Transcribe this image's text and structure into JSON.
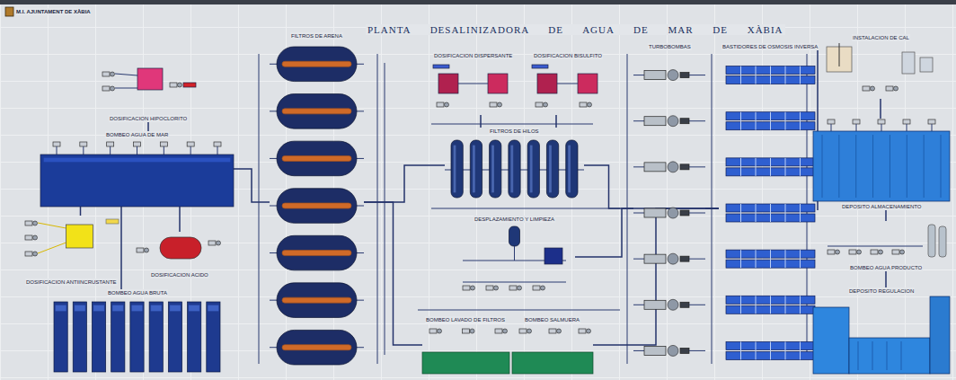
{
  "diagram": {
    "title": "PLANTA DESALINIZADORA DE AGUA DE MAR DE XÀBIA",
    "nodes": [
      {
        "text": [
          "DOSIFICACION HIPOCLORITO"
        ]
      },
      {
        "text": [
          "BOMBEO AGUA DE MAR"
        ]
      },
      {
        "text": [
          "DOSIFICACION ANTIINCRUSTANTE"
        ]
      },
      {
        "text": [
          "DOSIFICACION ACIDO"
        ]
      },
      {
        "text": [
          "BOMBEO AGUA BRUTA"
        ]
      },
      {
        "text": [
          "FILTROS DE ARENA"
        ]
      },
      {
        "text": [
          "DOSIFICACION DISPERSANTE"
        ]
      },
      {
        "text": [
          "DOSIFICACION BISULFITO"
        ]
      },
      {
        "text": [
          "FILTROS DE HILOS"
        ]
      },
      {
        "text": [
          "DESPLAZAMIENTO Y LIMPIEZA"
        ]
      },
      {
        "text": [
          "BOMBEO LAVADO DE FILTROS"
        ]
      },
      {
        "text": [
          "BOMBEO SALMUERA"
        ]
      },
      {
        "text": [
          "TURBOBOMBAS"
        ]
      },
      {
        "text": [
          "BASTIDORES DE OSMOSIS INVERSA"
        ]
      },
      {
        "text": [
          "INSTALACION DE CAL"
        ]
      },
      {
        "text": [
          "DEPOSITO ALMACENAMIENTO"
        ]
      },
      {
        "text": [
          "BOMBEO AGUA PRODUCTO"
        ]
      },
      {
        "text": [
          "DEPOSITO REGULACION"
        ]
      }
    ],
    "edges": [
      {
        "from": 0,
        "to": 1,
        "arrow": "none"
      },
      {
        "from": 4,
        "to": 1,
        "arrow": "none"
      },
      {
        "from": 2,
        "to": 1,
        "arrow": "none"
      },
      {
        "from": 3,
        "to": 1,
        "arrow": "none"
      },
      {
        "from": 1,
        "to": 5,
        "arrow": "none"
      },
      {
        "from": 5,
        "to": 8,
        "arrow": "none"
      },
      {
        "from": 6,
        "to": 8,
        "arrow": "none"
      },
      {
        "from": 7,
        "to": 8,
        "arrow": "none"
      },
      {
        "from": 8,
        "to": 12,
        "arrow": "none"
      },
      {
        "from": 12,
        "to": 13,
        "arrow": "none"
      },
      {
        "from": 13,
        "to": 15,
        "arrow": "none"
      },
      {
        "from": 14,
        "to": 15,
        "arrow": "none"
      },
      {
        "from": 15,
        "to": 16,
        "arrow": "none"
      },
      {
        "from": 16,
        "to": 17,
        "arrow": "none"
      },
      {
        "from": 9,
        "to": 13,
        "arrow": "none"
      },
      {
        "from": 10,
        "to": 5,
        "arrow": "none"
      },
      {
        "from": 13,
        "to": 11,
        "arrow": "none"
      }
    ],
    "labels": [
      "M.I. AJUNTAMENT DE XÀBIA"
    ]
  }
}
